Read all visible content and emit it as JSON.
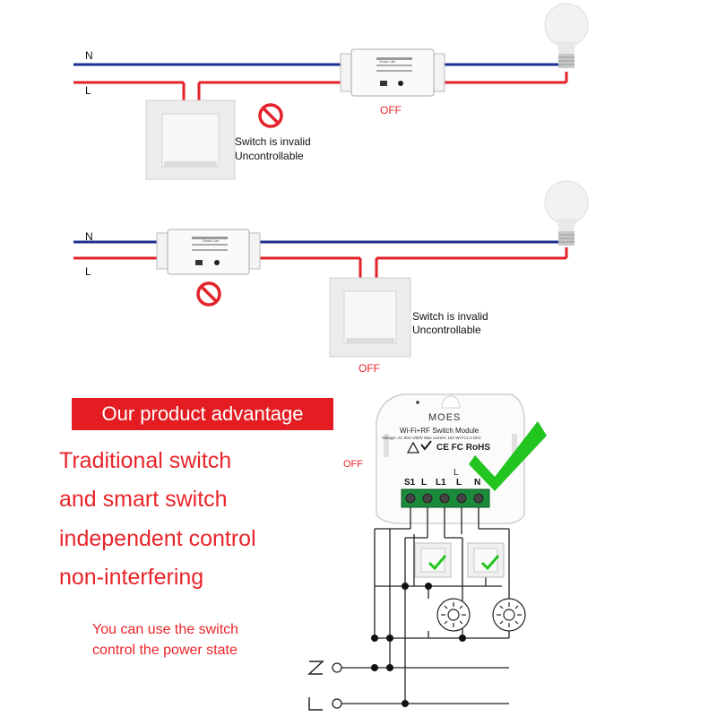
{
  "wire_labels": {
    "neutral": "N",
    "live": "L"
  },
  "colors": {
    "neutral_wire": "#1d2f8f",
    "live_wire": "#e3222a",
    "accent": "#e31d21",
    "check": "#22c51f"
  },
  "diagram1": {
    "invalid_line1": "Switch is invalid",
    "invalid_line2": "Uncontrollable",
    "state": "OFF",
    "module_brand": "Smart Life"
  },
  "diagram2": {
    "invalid_line1": "Switch is invalid",
    "invalid_line2": "Uncontrollable",
    "state": "OFF",
    "module_brand": "Smart Life"
  },
  "advantage": {
    "banner": "Our product advantage",
    "lines": [
      "Traditional switch",
      "and smart switch",
      "independent control",
      "non-interfering"
    ],
    "note_line1": "You can use the switch",
    "note_line2": "control the power state",
    "state": "OFF"
  },
  "module": {
    "brand": "MOES",
    "name": "Wi-Fi+RF Switch Module",
    "spec": "Voltage: AC 90V~250V  Max current: 10A  Wi-Fi:2.4 GHz",
    "certs": "CE FC RoHS",
    "terminals": [
      "S1",
      "L",
      "L1",
      "L",
      "N"
    ],
    "terminal_label_L": "L"
  },
  "icons": [
    "prohibited-icon",
    "check-icon",
    "bulb-icon",
    "lamp-symbol-icon"
  ]
}
